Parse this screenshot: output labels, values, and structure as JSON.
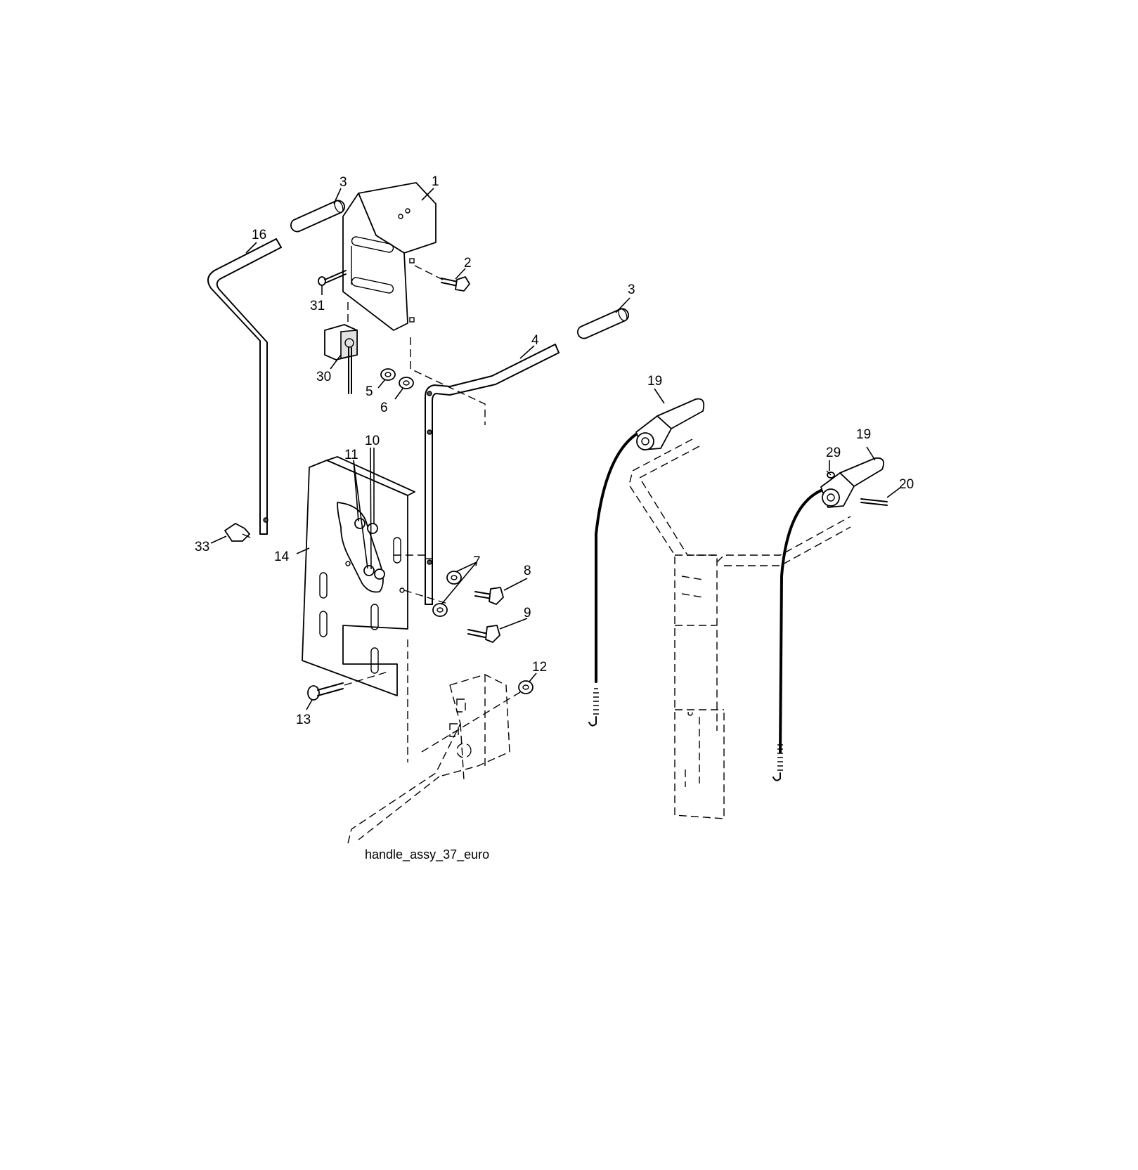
{
  "caption": "handle_assy_37_euro",
  "callouts": [
    {
      "id": "c1",
      "label": "1"
    },
    {
      "id": "c3a",
      "label": "3"
    },
    {
      "id": "c16",
      "label": "16"
    },
    {
      "id": "c2",
      "label": "2"
    },
    {
      "id": "c31",
      "label": "31"
    },
    {
      "id": "c3b",
      "label": "3"
    },
    {
      "id": "c4",
      "label": "4"
    },
    {
      "id": "c30",
      "label": "30"
    },
    {
      "id": "c5",
      "label": "5"
    },
    {
      "id": "c6",
      "label": "6"
    },
    {
      "id": "c19a",
      "label": "19"
    },
    {
      "id": "c10",
      "label": "10"
    },
    {
      "id": "c11",
      "label": "11"
    },
    {
      "id": "c19b",
      "label": "19"
    },
    {
      "id": "c29",
      "label": "29"
    },
    {
      "id": "c20",
      "label": "20"
    },
    {
      "id": "c33",
      "label": "33"
    },
    {
      "id": "c14",
      "label": "14"
    },
    {
      "id": "c7",
      "label": "7"
    },
    {
      "id": "c8",
      "label": "8"
    },
    {
      "id": "c9",
      "label": "9"
    },
    {
      "id": "c12",
      "label": "12"
    },
    {
      "id": "c13",
      "label": "13"
    }
  ]
}
